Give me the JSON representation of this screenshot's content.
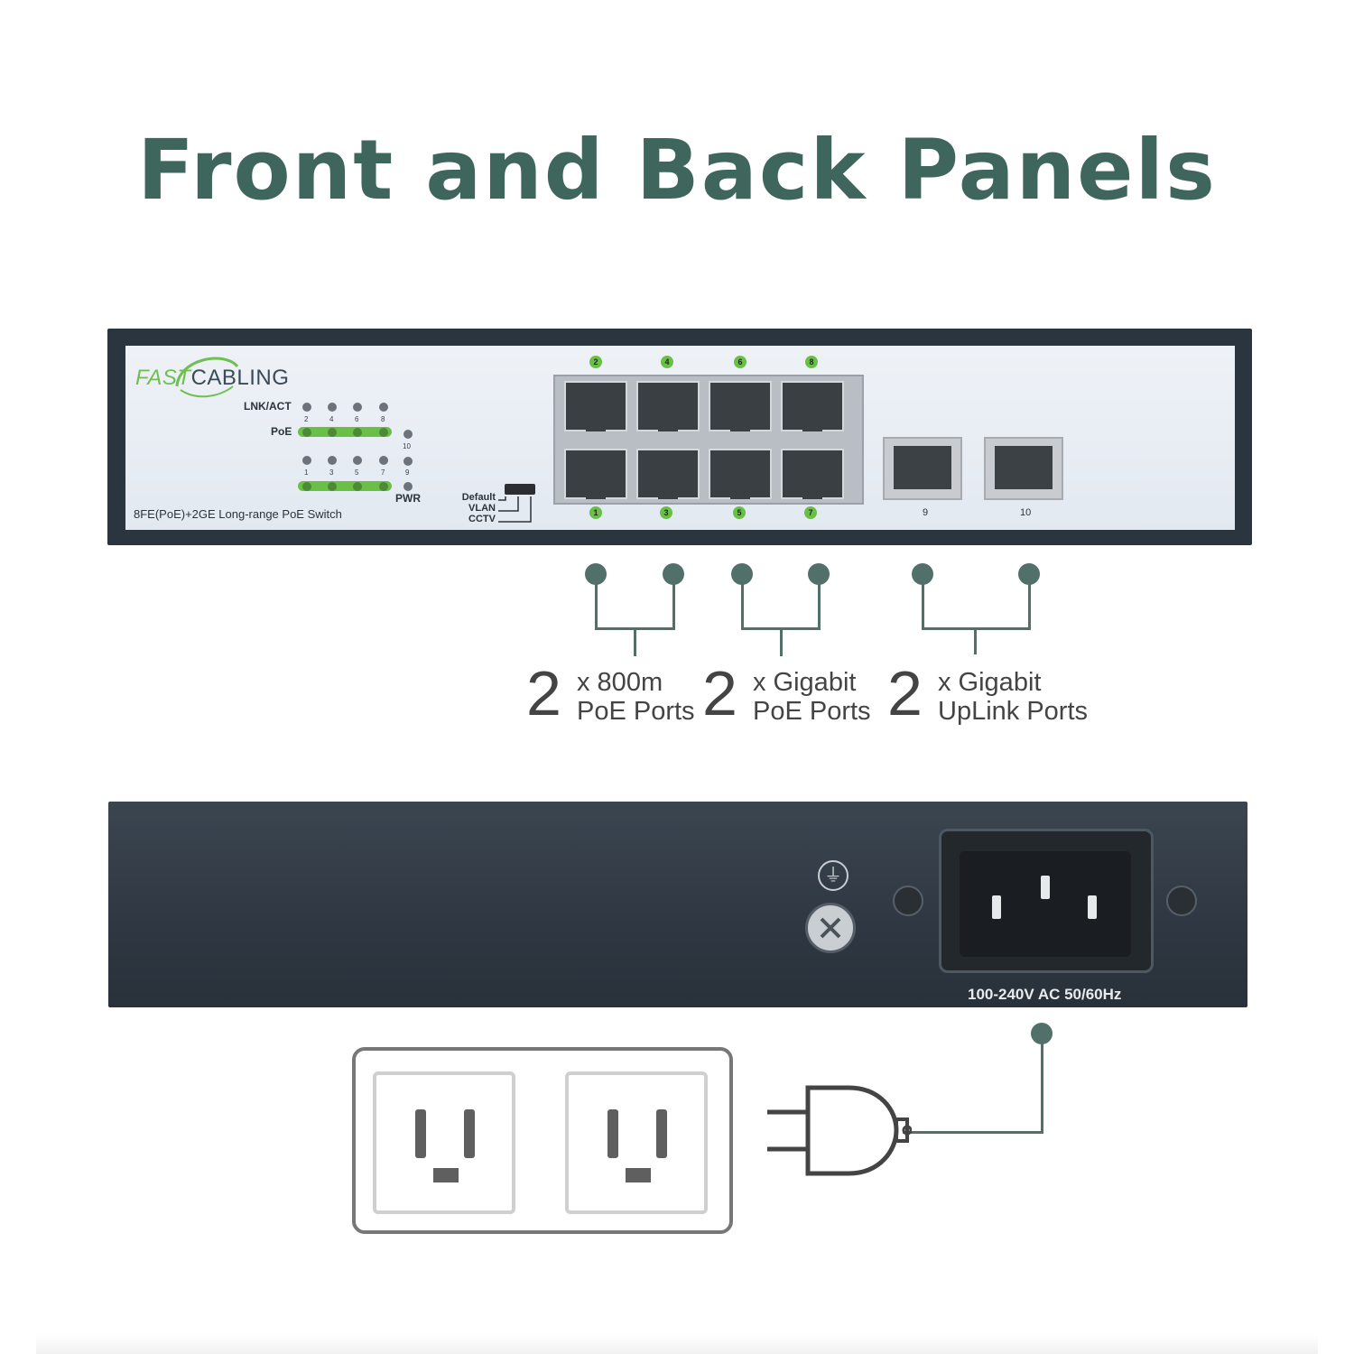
{
  "title": "Front and Back Panels",
  "front_panel": {
    "brand_fast": "FAST",
    "brand_cabling": "CABLING",
    "lnk_act_label": "LNK/ACT",
    "poe_label": "PoE",
    "pwr_label": "PWR",
    "led_top_numbers": [
      "2",
      "4",
      "6",
      "8"
    ],
    "led_bottom_numbers": [
      "1",
      "3",
      "5",
      "7"
    ],
    "led_uplink_numbers": [
      "10",
      "9"
    ],
    "model_text": "8FE(PoE)+2GE Long-range PoE Switch",
    "switch_labels": [
      "Default",
      "VLAN",
      "CCTV"
    ],
    "port_top_numbers": [
      "2",
      "4",
      "6",
      "8"
    ],
    "port_bottom_numbers": [
      "1",
      "3",
      "5",
      "7"
    ],
    "uplink_numbers": [
      "9",
      "10"
    ]
  },
  "callouts": [
    {
      "count": "2",
      "line1": "x 800m",
      "line2": "PoE Ports"
    },
    {
      "count": "2",
      "line1": "x Gigabit",
      "line2": "PoE Ports"
    },
    {
      "count": "2",
      "line1": "x Gigabit",
      "line2": "UpLink Ports"
    }
  ],
  "back_panel": {
    "voltage": "100-240V AC 50/60Hz",
    "ground_symbol": "⏚"
  },
  "colors": {
    "title": "#3f665d",
    "connector": "#52706a",
    "led_green": "#6abf47",
    "chassis": "#2b3540"
  },
  "icons": [
    "ground-symbol-icon",
    "plug-icon",
    "wall-outlet-icon",
    "iec-power-inlet-icon"
  ]
}
